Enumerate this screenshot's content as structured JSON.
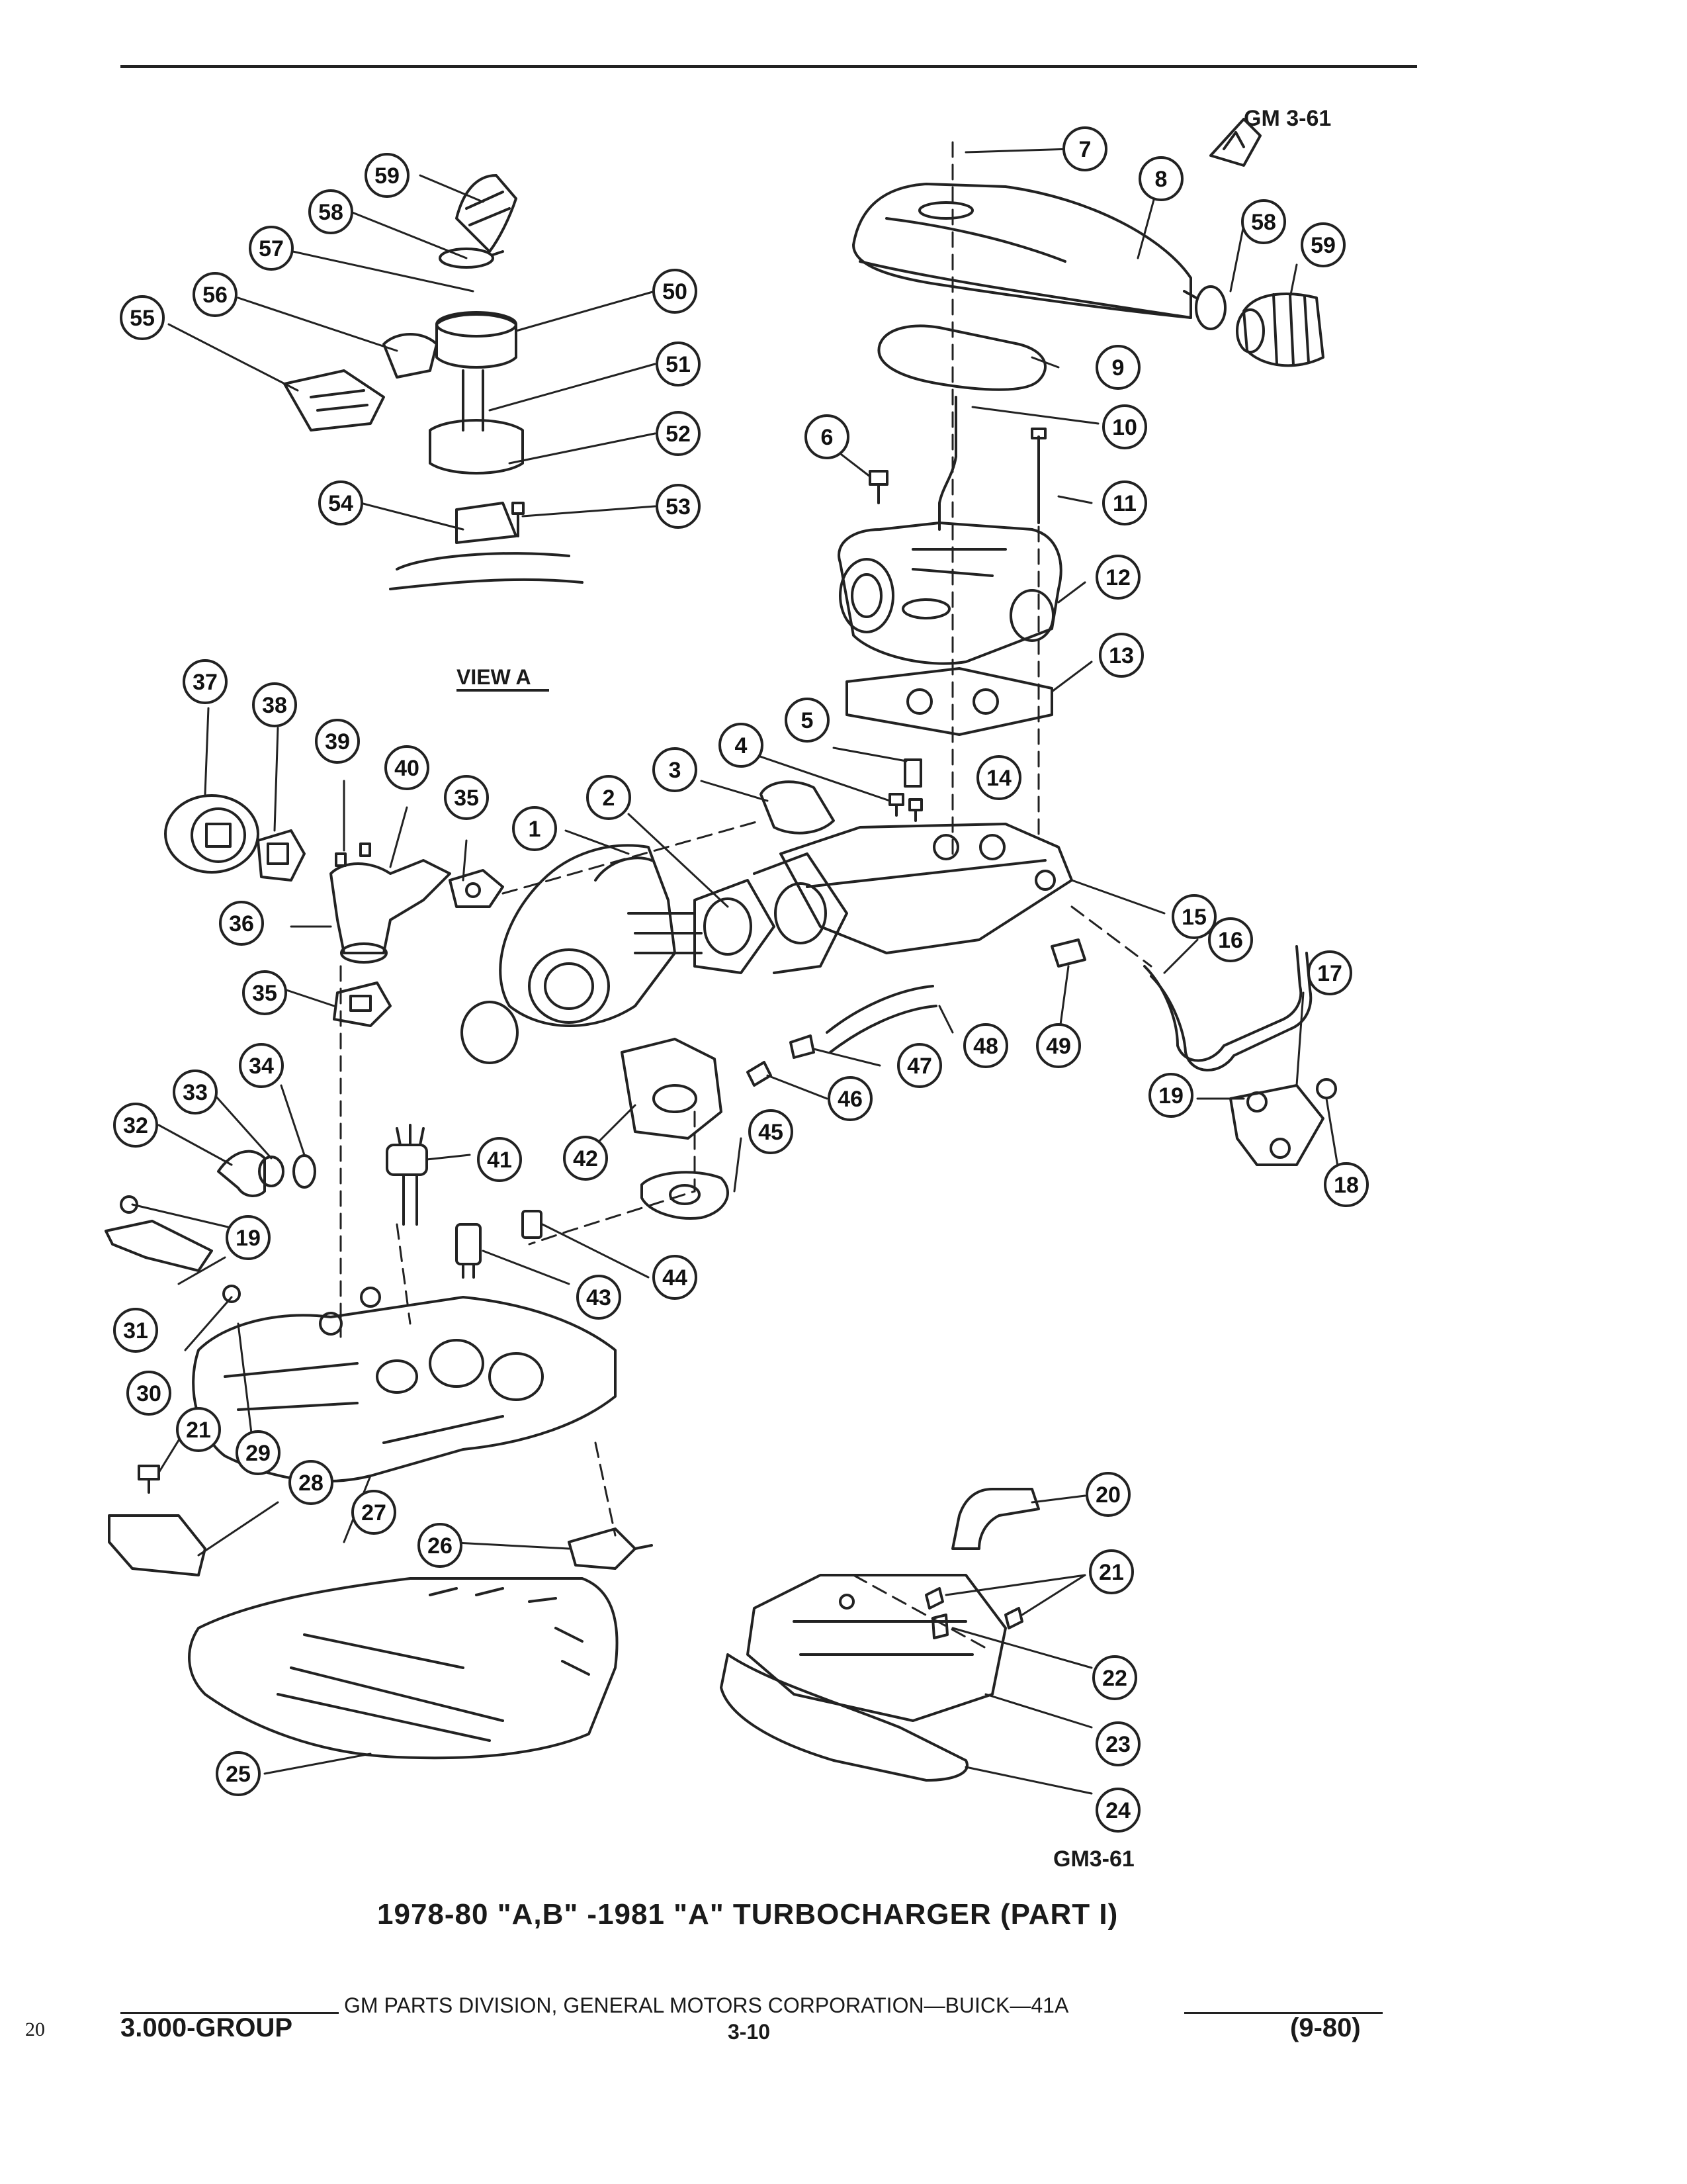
{
  "header": {
    "ref_top": "GM 3-61"
  },
  "view_label": "VIEW A",
  "figure": {
    "ref_bottom": "GM3-61",
    "caption": "1978-80 \"A,B\" -1981 \"A\" TURBOCHARGER (PART I)"
  },
  "callouts": [
    "1",
    "2",
    "3",
    "4",
    "5",
    "6",
    "7",
    "8",
    "9",
    "10",
    "11",
    "12",
    "13",
    "14",
    "15",
    "16",
    "17",
    "18",
    "19",
    "19",
    "20",
    "21",
    "21",
    "22",
    "23",
    "24",
    "25",
    "26",
    "27",
    "28",
    "29",
    "30",
    "31",
    "32",
    "33",
    "34",
    "35",
    "35",
    "36",
    "37",
    "38",
    "39",
    "40",
    "41",
    "42",
    "43",
    "44",
    "45",
    "46",
    "47",
    "48",
    "49",
    "50",
    "51",
    "52",
    "53",
    "54",
    "55",
    "56",
    "57",
    "58",
    "58",
    "59",
    "59"
  ],
  "footer": {
    "center": "GM PARTS DIVISION, GENERAL MOTORS CORPORATION—BUICK—41A",
    "group": "3.000-GROUP",
    "page": "3-10",
    "date": "(9-80)",
    "page_number": "20"
  }
}
